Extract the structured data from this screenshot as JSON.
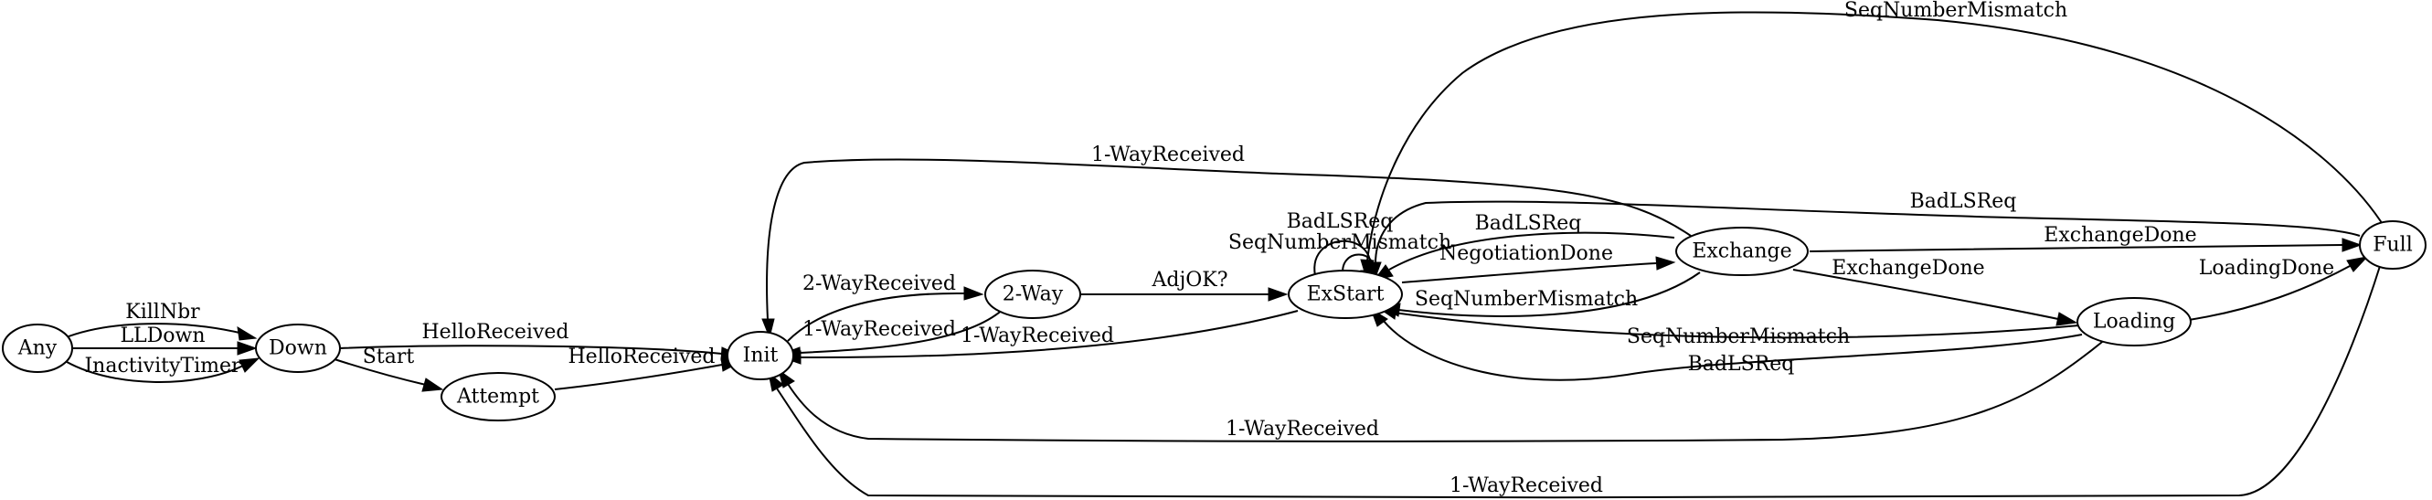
{
  "diagram": {
    "type": "state-machine",
    "nodes": [
      {
        "id": "any",
        "label": "Any"
      },
      {
        "id": "down",
        "label": "Down"
      },
      {
        "id": "attempt",
        "label": "Attempt"
      },
      {
        "id": "init",
        "label": "Init"
      },
      {
        "id": "two_way",
        "label": "2-Way"
      },
      {
        "id": "exstart",
        "label": "ExStart"
      },
      {
        "id": "exchange",
        "label": "Exchange"
      },
      {
        "id": "loading",
        "label": "Loading"
      },
      {
        "id": "full",
        "label": "Full"
      }
    ],
    "edges": [
      {
        "id": "e1",
        "from": "any",
        "to": "down",
        "label": "KillNbr"
      },
      {
        "id": "e2",
        "from": "any",
        "to": "down",
        "label": "LLDown"
      },
      {
        "id": "e3",
        "from": "any",
        "to": "down",
        "label": "InactivityTimer"
      },
      {
        "id": "e4",
        "from": "down",
        "to": "init",
        "label": "HelloReceived"
      },
      {
        "id": "e5",
        "from": "down",
        "to": "attempt",
        "label": "Start"
      },
      {
        "id": "e6",
        "from": "attempt",
        "to": "init",
        "label": "HelloReceived"
      },
      {
        "id": "e7",
        "from": "init",
        "to": "two_way",
        "label": "2-WayReceived"
      },
      {
        "id": "e8",
        "from": "two_way",
        "to": "init",
        "label": "1-WayReceived"
      },
      {
        "id": "e9",
        "from": "two_way",
        "to": "exstart",
        "label": "AdjOK?"
      },
      {
        "id": "e10",
        "from": "exstart",
        "to": "init",
        "label": "1-WayReceived"
      },
      {
        "id": "e11",
        "from": "exstart",
        "to": "exstart",
        "label": "BadLSReq"
      },
      {
        "id": "e12",
        "from": "exstart",
        "to": "exstart",
        "label": "SeqNumberMismatch"
      },
      {
        "id": "e13",
        "from": "exstart",
        "to": "exchange",
        "label": "NegotiationDone"
      },
      {
        "id": "e14",
        "from": "exchange",
        "to": "exstart",
        "label": "BadLSReq"
      },
      {
        "id": "e15",
        "from": "exchange",
        "to": "exstart",
        "label": "SeqNumberMismatch"
      },
      {
        "id": "e16",
        "from": "exchange",
        "to": "init",
        "label": "1-WayReceived"
      },
      {
        "id": "e17",
        "from": "exchange",
        "to": "full",
        "label": "ExchangeDone"
      },
      {
        "id": "e18",
        "from": "exchange",
        "to": "loading",
        "label": "ExchangeDone"
      },
      {
        "id": "e19",
        "from": "loading",
        "to": "full",
        "label": "LoadingDone"
      },
      {
        "id": "e20",
        "from": "loading",
        "to": "exstart",
        "label": "SeqNumberMismatch"
      },
      {
        "id": "e21",
        "from": "loading",
        "to": "exstart",
        "label": "BadLSReq"
      },
      {
        "id": "e22",
        "from": "loading",
        "to": "init",
        "label": "1-WayReceived"
      },
      {
        "id": "e23",
        "from": "full",
        "to": "exstart",
        "label": "SeqNumberMismatch"
      },
      {
        "id": "e24",
        "from": "full",
        "to": "exstart",
        "label": "BadLSReq"
      },
      {
        "id": "e25",
        "from": "full",
        "to": "init",
        "label": "1-WayReceived"
      }
    ]
  }
}
